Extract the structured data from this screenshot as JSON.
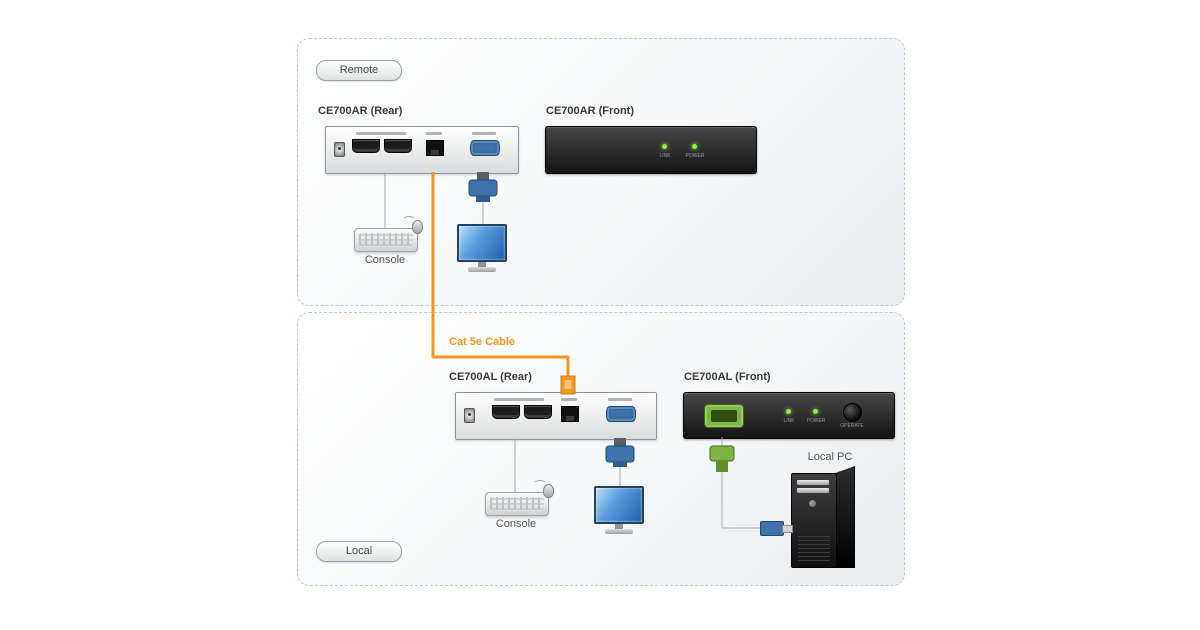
{
  "sections": {
    "remote": {
      "tag": "Remote",
      "rear_label": "CE700AR (Rear)",
      "front_label": "CE700AR (Front)",
      "console_label": "Console"
    },
    "local": {
      "tag": "Local",
      "rear_label": "CE700AL (Rear)",
      "front_label": "CE700AL (Front)",
      "console_label": "Console",
      "pc_label": "Local PC"
    }
  },
  "cable": {
    "label": "Cat 5e Cable",
    "color": "#f7941d"
  },
  "front_panel": {
    "remote_leds": [
      "LINK",
      "POWER"
    ],
    "local_leds": [
      "LINK",
      "POWER"
    ],
    "local_button": "OPERATE"
  },
  "colors": {
    "cable_orange": "#f7941d",
    "vga_blue": "#3f72a8",
    "vga_green": "#7db541",
    "box_border": "#b3cbd8",
    "led_green": "#8ef03a"
  }
}
